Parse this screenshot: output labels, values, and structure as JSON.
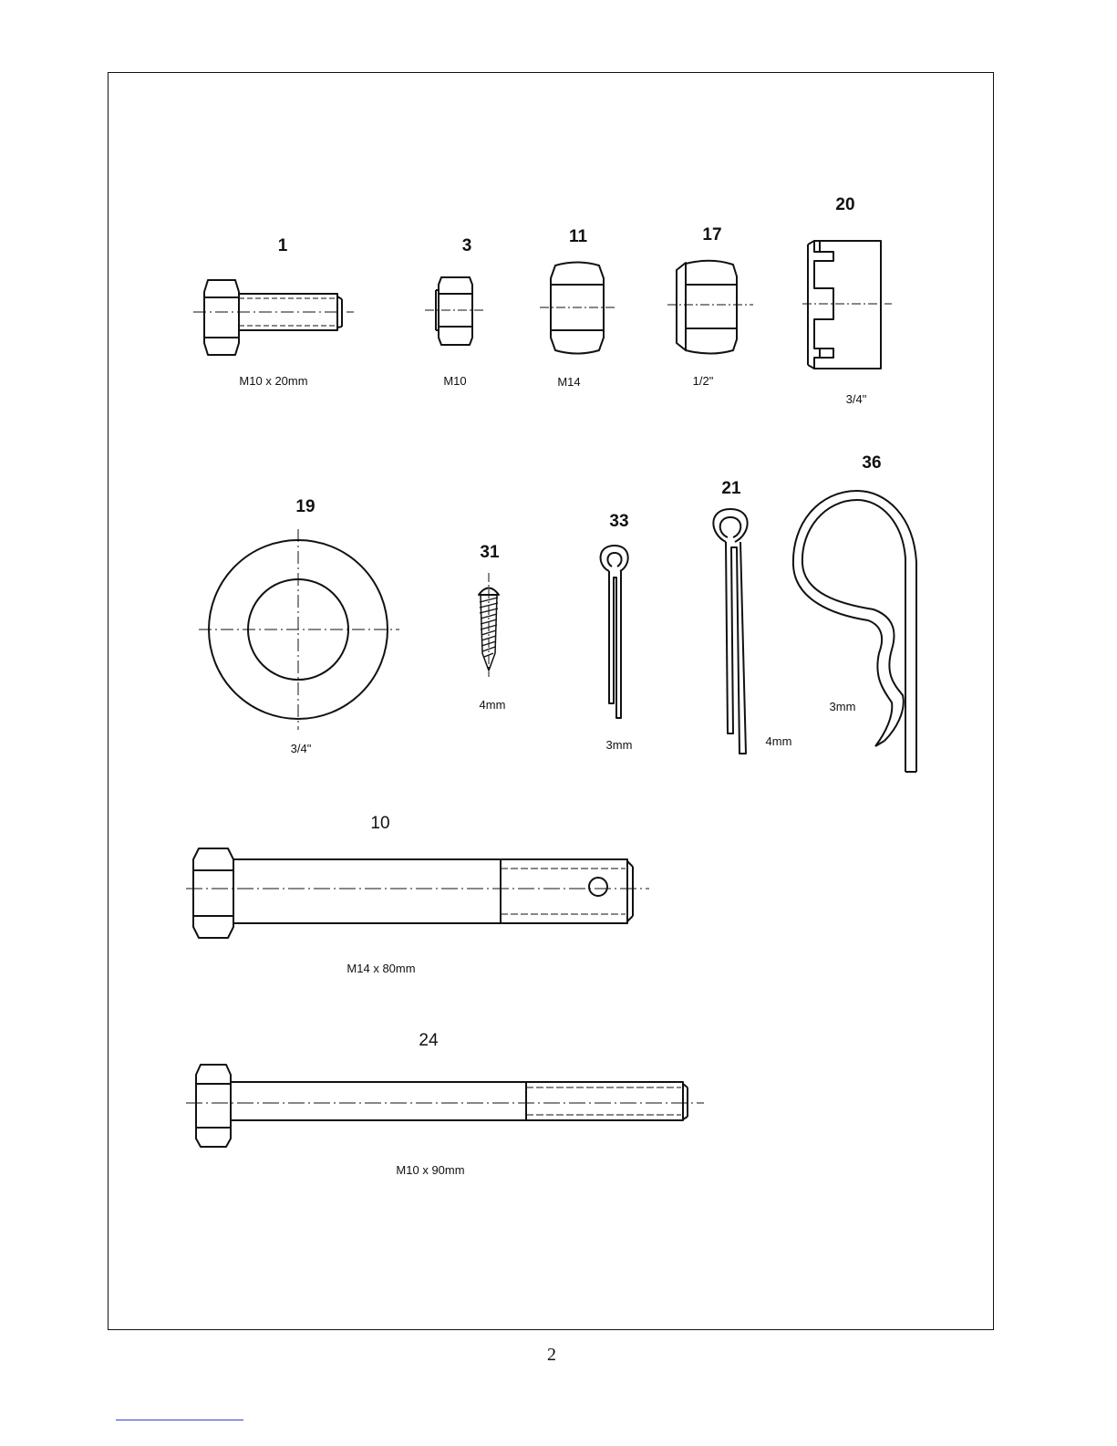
{
  "page_number": "2",
  "parts": [
    {
      "id": "bolt-m10x20",
      "number": "1",
      "size": "M10 x 20mm"
    },
    {
      "id": "nut-m10",
      "number": "3",
      "size": "M10"
    },
    {
      "id": "nut-m14",
      "number": "11",
      "size": "M14"
    },
    {
      "id": "nut-half-inch",
      "number": "17",
      "size": "1/2\""
    },
    {
      "id": "castle-nut",
      "number": "20",
      "size": "3/4\""
    },
    {
      "id": "washer",
      "number": "19",
      "size": "3/4\""
    },
    {
      "id": "screw",
      "number": "31",
      "size": "4mm"
    },
    {
      "id": "cotter-pin-3mm",
      "number": "33",
      "size": "3mm"
    },
    {
      "id": "cotter-pin-4mm",
      "number": "21",
      "size": "4mm"
    },
    {
      "id": "r-clip",
      "number": "36",
      "size": "3mm"
    },
    {
      "id": "bolt-m14x80",
      "number": "10",
      "size": "M14 x 80mm"
    },
    {
      "id": "bolt-m10x90",
      "number": "24",
      "size": "M10 x 90mm"
    }
  ]
}
